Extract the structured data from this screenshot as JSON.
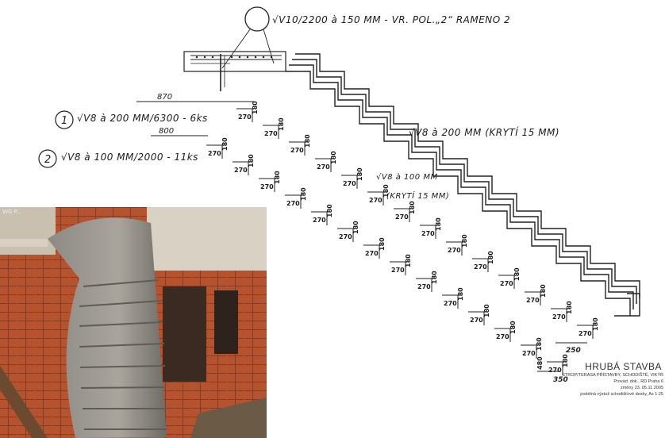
{
  "annotations": {
    "top_callout": "√V10/2200 à 150 MM - VR. POL.„2“ RAMENO 2",
    "bar1_marker": "1",
    "bar1_spec": "√V8 à 200 MM/6300 - 6ks",
    "bar2_marker": "2",
    "bar2_spec": "√V8 à 100 MM/2000 - 11ks",
    "mid_spec": "√V8 à 200 MM (KRYTÍ 15 MM)",
    "inner_spec_a": "√V8 à 100 MM",
    "inner_spec_b": "(KRYTÍ 15 MM)",
    "len_upper": "870",
    "len_lower": "800",
    "end_250": "250",
    "end_350": "350",
    "end_480": "480"
  },
  "steps_upper": {
    "rise": "180",
    "run": "270"
  },
  "steps_lower": {
    "rise": "180",
    "run": "270"
  },
  "title_block": {
    "title": "HRUBÁ STAVBA",
    "line1": "STROP/TERASA PŘÍSTAVBY, SCHODIŠTĚ, VIKÝŘ",
    "line2": "Provád. dok., RD Praha 6",
    "line3": "změny 23. 05.11.2005",
    "line4": "podélná výztuž schodišťové desky, Ax 1:25"
  },
  "photo": {
    "label": "WG P..."
  },
  "colors": {
    "ink": "#1a1a1a",
    "brick": "#b04a2a",
    "concrete": "#9a958c"
  }
}
